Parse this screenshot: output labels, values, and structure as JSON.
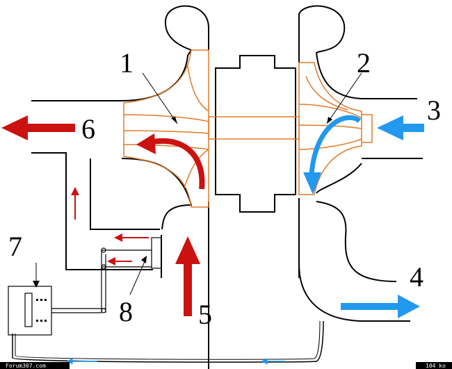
{
  "labels": {
    "l1": "1",
    "l2": "2",
    "l3": "3",
    "l4": "4",
    "l5": "5",
    "l6": "6",
    "l7": "7",
    "l8": "8"
  },
  "footer": {
    "left": "Forum307.com",
    "right": "104 ko"
  },
  "colors": {
    "hot": "#cc1111",
    "cold": "#2299ee",
    "housing": "#e07a2a",
    "line": "#000000"
  }
}
